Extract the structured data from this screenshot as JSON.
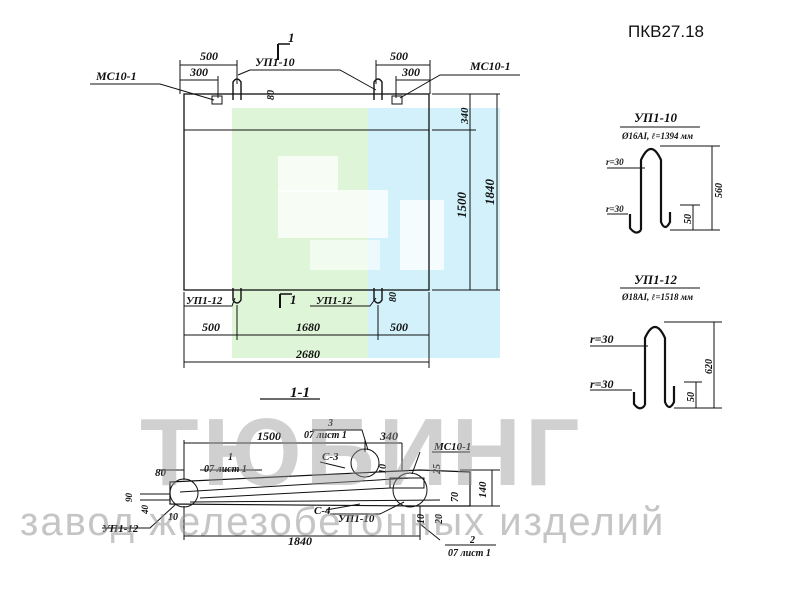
{
  "title": "ПКВ27.18",
  "watermark": {
    "brand": "ТЮБИНГ",
    "tagline": "завод железобетонных изделий"
  },
  "plan": {
    "mark_left": "МС10-1",
    "mark_right": "МС10-1",
    "loop_top": "УП1-10",
    "loop_bottom_left": "УП1-12",
    "loop_bottom_right": "УП1-12",
    "section_mark": "1",
    "dims": {
      "top_left_500": "500",
      "top_left_300": "300",
      "top_right_500": "500",
      "top_right_300": "300",
      "top_80": "80",
      "right_340": "340",
      "right_1500": "1500",
      "right_1840": "1840",
      "bottom_80": "80",
      "bottom_left_500": "500",
      "bottom_mid_1680": "1680",
      "bottom_right_500": "500",
      "bottom_total_2680": "2680"
    }
  },
  "loop_up1_10": {
    "title": "УП1-10",
    "spec": "Ø16AI, ℓ=1394 мм",
    "r_top": "r=30",
    "r_bottom": "r=30",
    "height": "560",
    "foot": "50"
  },
  "loop_up1_12": {
    "title": "УП1-12",
    "spec": "Ø18AI, ℓ=1518 мм",
    "r_top": "r=30",
    "r_bottom": "r=30",
    "height": "620",
    "foot": "50"
  },
  "section": {
    "title": "1-1",
    "callout_3_num": "3",
    "callout_3_sheet": "07 лист 1",
    "callout_1_num": "1",
    "callout_1_sheet": "07 лист 1",
    "callout_2_num": "2",
    "callout_2_sheet": "07 лист 1",
    "c3": "С-3",
    "c4": "С-4",
    "mark_mc": "МС10-1",
    "loop_up1_10": "УП1-10",
    "loop_up1_12": "УП1-12",
    "dims": {
      "d1500": "1500",
      "d340": "340",
      "d80": "80",
      "d10_top": "10",
      "d25": "25",
      "d90": "90",
      "d40": "40",
      "d10_left": "10",
      "d70": "70",
      "d140": "140",
      "d10_bottom": "10",
      "d20": "20",
      "d1840": "1840"
    }
  }
}
